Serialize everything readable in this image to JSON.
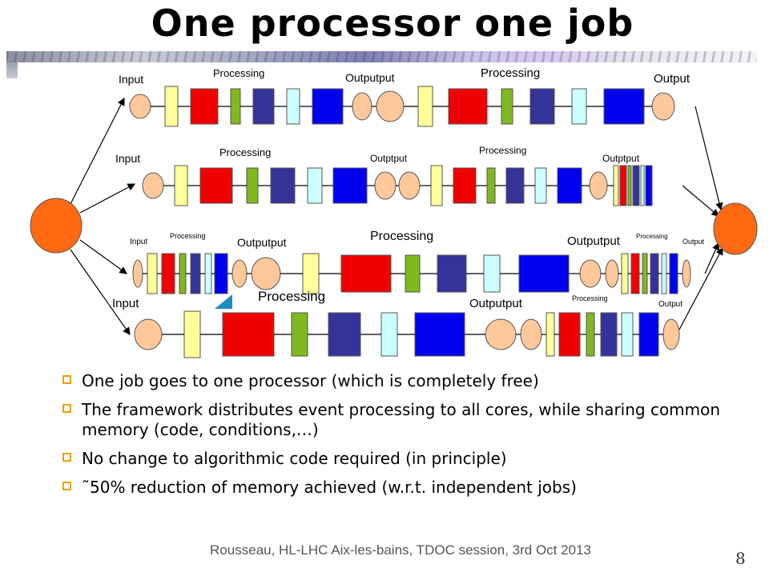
{
  "title": "One processor one job",
  "diagram": {
    "labels": {
      "input": "Input",
      "processing": "Processing",
      "output": "Output",
      "output_merged": "Outputput",
      "output_merged_alt": "Outptput"
    },
    "colors": {
      "yellow": "#ffff99",
      "red": "#f00000",
      "green": "#80b820",
      "navy": "#333399",
      "cyan": "#ccffff",
      "blue": "#0000ee",
      "orange": "#ff6a10",
      "peach": "#ffc89b"
    }
  },
  "bullets": [
    "One job goes to one processor (which is completely free)",
    "The framework distributes event processing to all cores, while sharing common memory (code, conditions,…)",
    "No change to algorithmic code required (in principle)",
    "˜50% reduction of memory achieved (w.r.t. independent jobs)"
  ],
  "footer": "Rousseau, HL-LHC Aix-les-bains, TDOC session, 3rd Oct 2013",
  "page_number": "8"
}
